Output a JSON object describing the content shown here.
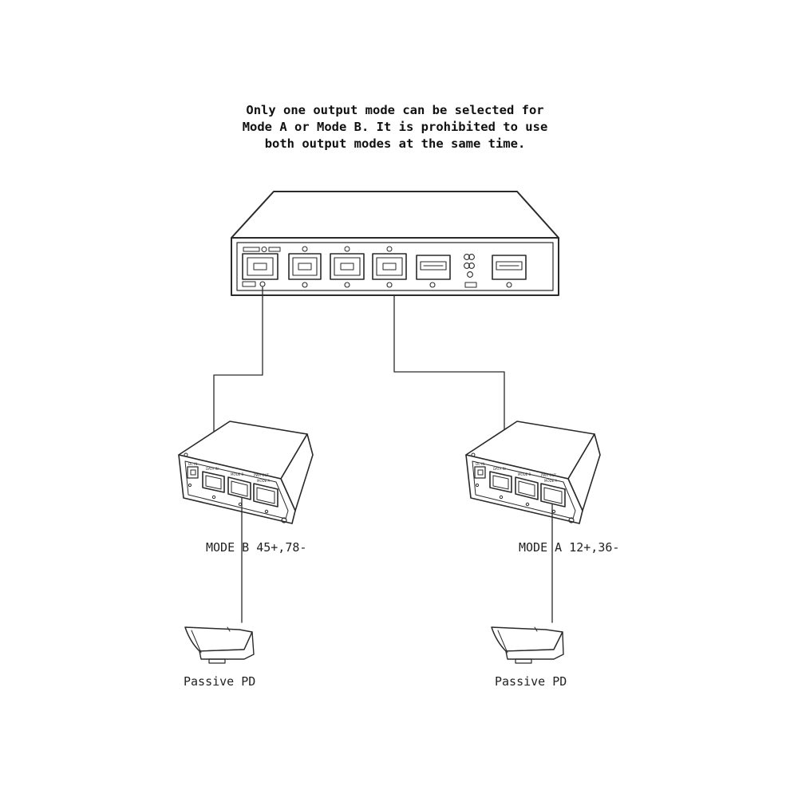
{
  "note": {
    "line1": "Only one output mode can be selected for",
    "line2": "Mode A or Mode B. It is prohibited to use",
    "line3": "both output modes at the same time."
  },
  "left_branch": {
    "mode_label": "MODE B 45+,78-",
    "device_label": "Passive PD"
  },
  "right_branch": {
    "mode_label": "MODE A 12+,36-",
    "device_label": "Passive PD"
  },
  "colors": {
    "line": "#2a2a2a",
    "background": "#ffffff"
  }
}
